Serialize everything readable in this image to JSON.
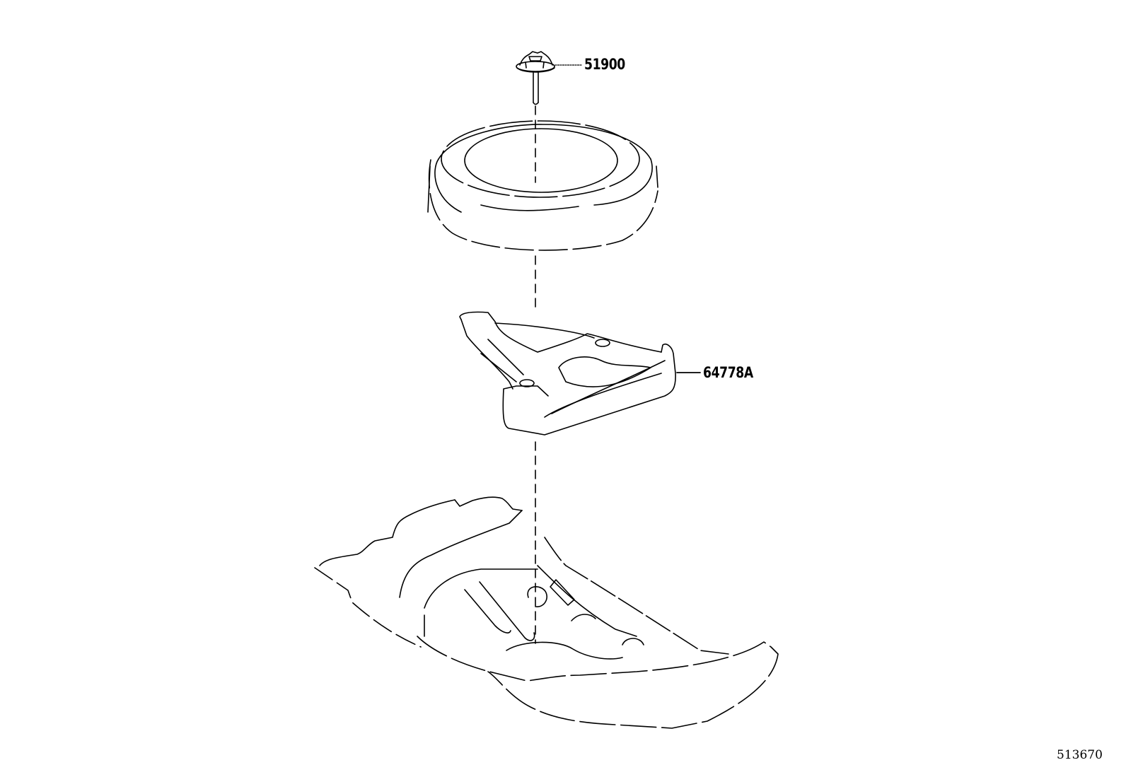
{
  "diagram": {
    "type": "exploded parts diagram",
    "subject": "Spare tire stowage assembly",
    "parts": [
      {
        "id": "hold-down-bolt",
        "callout": "51900"
      },
      {
        "id": "spare-tire",
        "callout": ""
      },
      {
        "id": "spare-tire-cover-tray",
        "callout": "64778A"
      },
      {
        "id": "rear-floor-pan",
        "callout": ""
      }
    ],
    "labels": {
      "bolt": "51900",
      "tray": "64778A"
    },
    "figure_number": "513670",
    "colors": {
      "line": "#000000",
      "background": "#ffffff"
    }
  }
}
